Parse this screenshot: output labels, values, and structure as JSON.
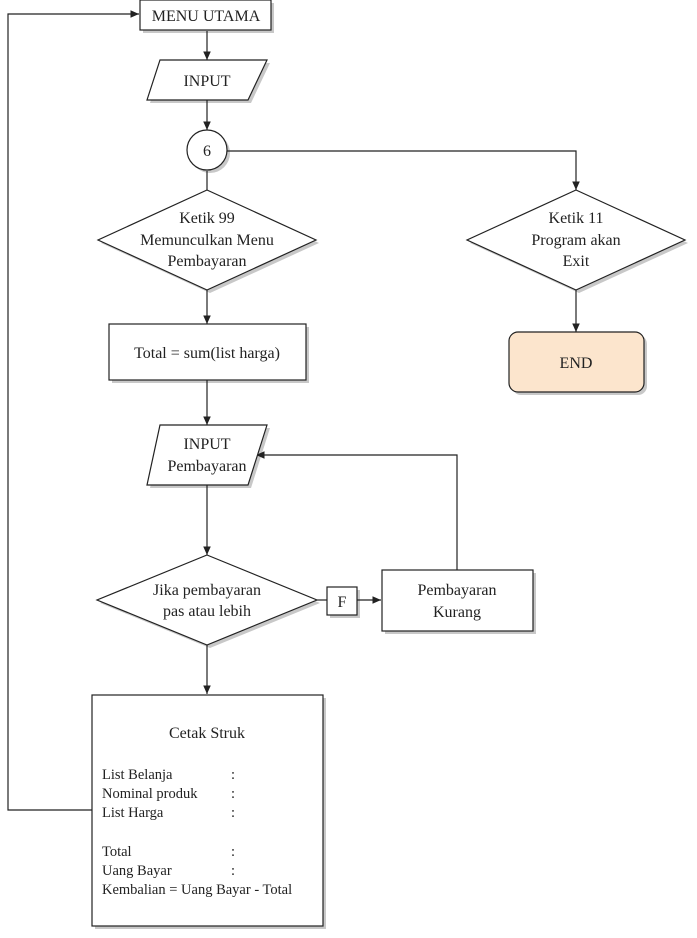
{
  "nodes": {
    "menu_utama": "MENU UTAMA",
    "input": "INPUT",
    "connector": "6",
    "ketik99": [
      "Ketik 99",
      "Memunculkan Menu",
      "Pembayaran"
    ],
    "ketik11": [
      "Ketik 11",
      "Program akan",
      "Exit"
    ],
    "end": "END",
    "total": "Total = sum(list harga)",
    "input_pembayaran": [
      "INPUT",
      "Pembayaran"
    ],
    "jika": [
      "Jika pembayaran",
      "pas atau lebih"
    ],
    "f_label": "F",
    "kurang": [
      "Pembayaran",
      "Kurang"
    ],
    "cetak": {
      "title": "Cetak Struk",
      "lines": [
        {
          "label": "List Belanja",
          "sep": ":"
        },
        {
          "label": "Nominal produk",
          "sep": ":"
        },
        {
          "label": "List Harga",
          "sep": ":"
        },
        {
          "label": "Total",
          "sep": ":"
        },
        {
          "label": "Uang Bayar",
          "sep": ":"
        },
        {
          "label": "Kembalian = Uang Bayar - Total",
          "sep": ""
        }
      ]
    }
  },
  "colors": {
    "line": "#222222",
    "end_fill": "#fce5cd",
    "shadow": "#c8c8c8"
  }
}
